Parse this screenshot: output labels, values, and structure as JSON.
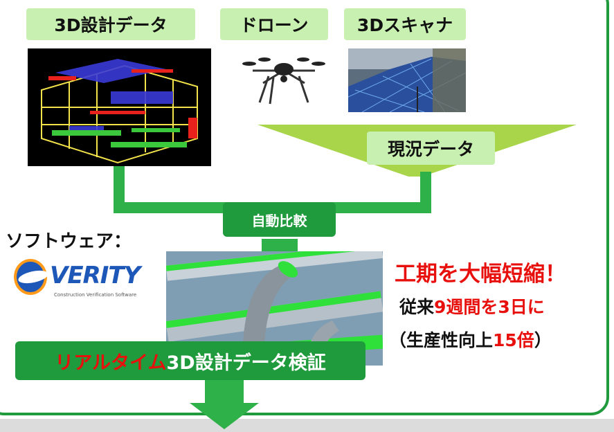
{
  "sources": {
    "design_label": "3D設計データ",
    "drone_label": "ドローン",
    "scanner_label": "3Dスキャナ"
  },
  "current_data_label": "現況データ",
  "auto_compare_label": "自動比較",
  "software": {
    "prefix_label": "ソフトウェア：",
    "logo_name": "VERITY",
    "logo_tagline": "Construction Verification Software"
  },
  "result": {
    "headline": "工期を大幅短縮！",
    "line1_prefix": "従来",
    "line1_highlight": "9週間を3日に",
    "line2_prefix": "（生産性向上",
    "line2_highlight": "15倍",
    "line2_suffix": "）"
  },
  "verification": {
    "highlight": "リアルタイム",
    "rest": "3D設計データ検証"
  },
  "colors": {
    "green": "#1f9a3c",
    "light_green": "#c8f0b0",
    "funnel_green": "#a8d54a",
    "red": "#e8100c"
  }
}
